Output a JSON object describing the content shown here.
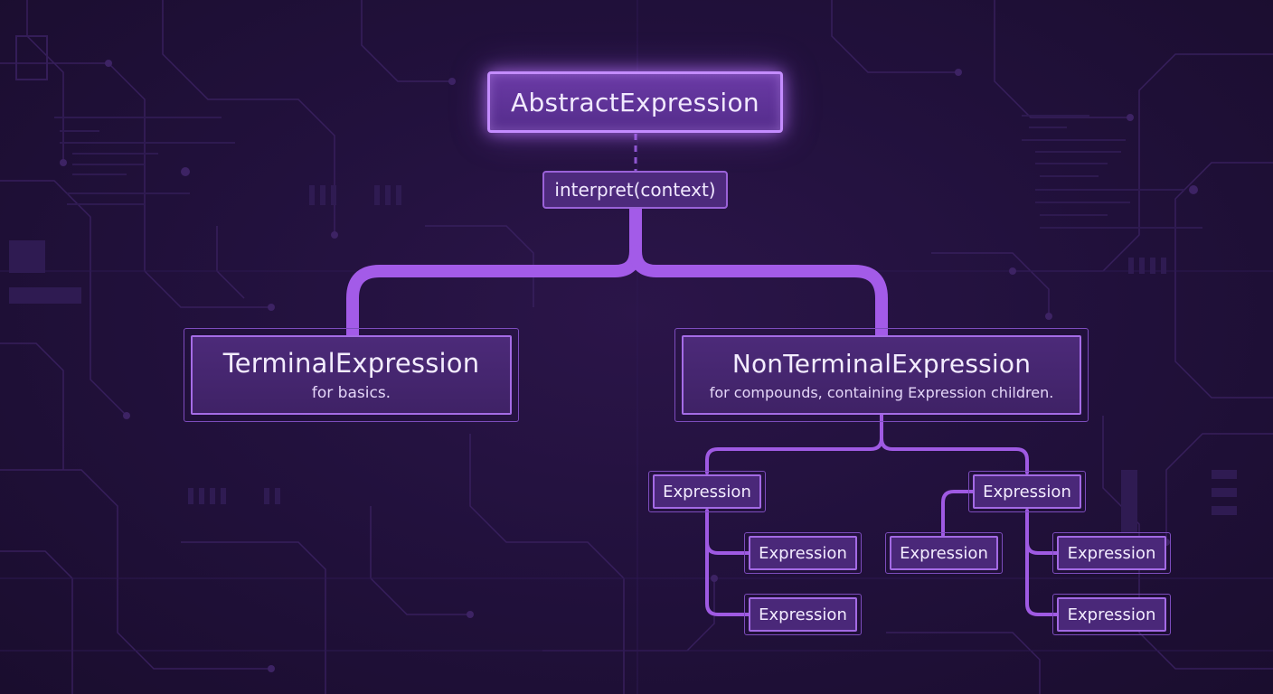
{
  "diagram": {
    "root": {
      "label": "AbstractExpression"
    },
    "method": {
      "label": "interpret(context)"
    },
    "terminal": {
      "title": "TerminalExpression",
      "subtitle": "for basics."
    },
    "nonterminal": {
      "title": "NonTerminalExpression",
      "subtitle": "for compounds, containing Expression children."
    },
    "expressions": [
      {
        "label": "Expression"
      },
      {
        "label": "Expression"
      },
      {
        "label": "Expression"
      },
      {
        "label": "Expression"
      },
      {
        "label": "Expression"
      },
      {
        "label": "Expression"
      },
      {
        "label": "Expression"
      }
    ]
  },
  "colors": {
    "background": "#1e1033",
    "node_fill": "#4a2879",
    "node_border": "#a36ae4",
    "connector": "#a35be8",
    "glow": "#c48cff",
    "text": "#f1e9ff"
  }
}
